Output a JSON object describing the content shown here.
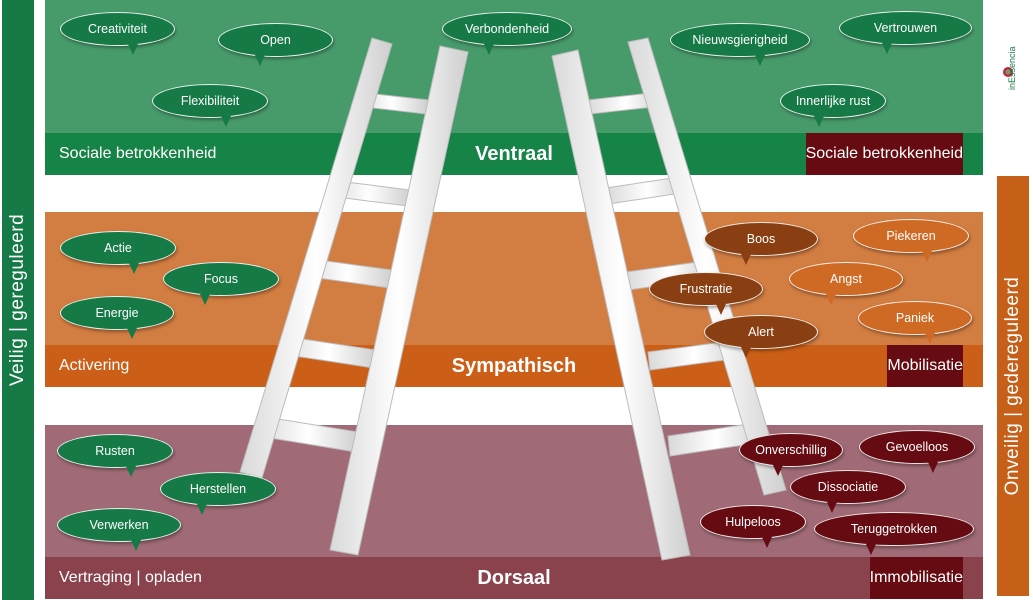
{
  "side_labels": {
    "left": "Veilig | gereguleerd",
    "right": "Onveilig | gedereguleerd"
  },
  "logo": {
    "text": "inEssencia"
  },
  "bands": {
    "ventral": {
      "left": "Sociale betrokkenheid",
      "center": "Ventraal",
      "right": "Sociale betrokkenheid"
    },
    "sympathetic": {
      "left": "Activering",
      "center": "Sympathisch",
      "right": "Mobilisatie"
    },
    "dorsal": {
      "left": "Vertraging | opladen",
      "center": "Dorsaal",
      "right": "Immobilisatie"
    }
  },
  "bubbles": {
    "ventral": [
      "Creativiteit",
      "Open",
      "Flexibiliteit",
      "Verbondenheid",
      "Nieuwsgierigheid",
      "Vertrouwen",
      "Innerlijke rust"
    ],
    "sympathetic_left": [
      "Actie",
      "Focus",
      "Energie"
    ],
    "sympathetic_right_dark": [
      "Boos",
      "Frustratie",
      "Alert"
    ],
    "sympathetic_right_light": [
      "Piekeren",
      "Angst",
      "Paniek"
    ],
    "dorsal_left": [
      "Rusten",
      "Herstellen",
      "Verwerken"
    ],
    "dorsal_right": [
      "Onverschillig",
      "Gevoelloos",
      "Dissociatie",
      "Hulpeloos",
      "Teruggetrokken"
    ]
  },
  "colors": {
    "ventral_bg": "#479b6b",
    "ventral_bar": "#168347",
    "sympathetic_bg": "#d27d41",
    "sympathetic_bar": "#cc5f17",
    "dorsal_bg": "#a06b76",
    "dorsal_bar": "#8a424d",
    "left_side": "#157a46",
    "right_side": "#c65f18"
  }
}
